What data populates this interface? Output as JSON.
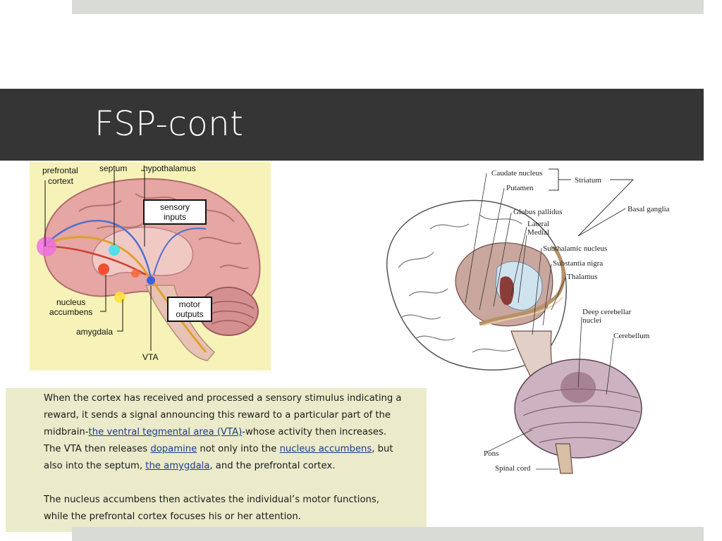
{
  "slide": {
    "title": "FSP-cont"
  },
  "left_figure": {
    "labels": {
      "prefrontal_line1": "prefrontal",
      "prefrontal_line2": "cortext",
      "septum": "septum",
      "hypothalamus": "hypothalamus",
      "sensory_line1": "sensory",
      "sensory_line2": "inputs",
      "nucleus_line1": "nucleus",
      "nucleus_line2": "accumbens",
      "amygdala": "amygdala",
      "motor_line1": "motor",
      "motor_line2": "outputs",
      "vta": "VTA"
    }
  },
  "right_figure": {
    "labels": {
      "caudate": "Caudate nucleus",
      "putamen": "Putamen",
      "striatum": "Striatum",
      "globus": "Globus pallidus",
      "basal": "Basal ganglia",
      "lateral": "Lateral",
      "medial": "Medial",
      "subthalamic": "Subthalamic nucleus",
      "substantia": "Substantia nigra",
      "thalamus": "Thalamus",
      "deep_line1": "Deep cerebellar",
      "deep_line2": "nuclei",
      "cerebellum": "Cerebellum",
      "pons": "Pons",
      "spinal": "Spinal cord"
    }
  },
  "text": {
    "p1_part1": "When the cortex has received and processed a sensory stimulus indicating a reward, it sends a signal announcing this reward to a particular part of the midbrain-",
    "link_vta": "the ventral tegmental area (VTA)",
    "p1_part2": "-whose activity then increases. The VTA then releases ",
    "link_dopamine": "dopamine",
    "p1_part3": " not only into the ",
    "link_nucleus": "nucleus accumbens",
    "p1_part4": ", but also into the septum, ",
    "link_amygdala": "the amygdala",
    "p1_part5": ", and the prefrontal cortex.",
    "p2": "The nucleus accumbens then activates the individual’s motor functions, while the prefrontal cortex focuses his or her attention."
  }
}
